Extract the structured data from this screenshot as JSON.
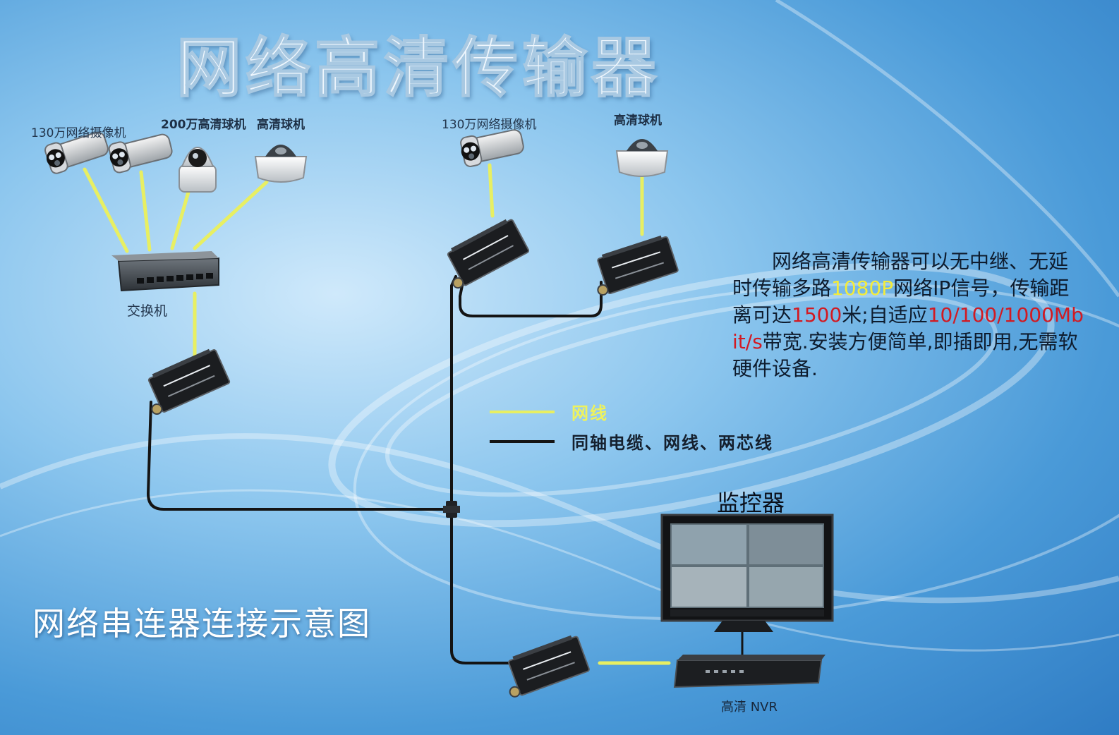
{
  "title": "网络高清传输器",
  "labels": {
    "left_camera_130w": "130万网络摄像机",
    "left_ptz_200w": "200万高清球机",
    "left_dome": "高清球机",
    "switch": "交换机",
    "right_camera_130w": "130万网络摄像机",
    "right_dome": "高清球机",
    "monitor": "监控器",
    "nvr": "高清 NVR"
  },
  "description": {
    "p1": "网络高清传输器可以无中继、无延时传输多路",
    "p2": "1080P",
    "p3": "网络IP信号，传输距离可达",
    "p4": "1500",
    "p5": "米;自适应",
    "p6": "10/100/1000Mbit/s",
    "p7": "带宽.安装方便简单,即插即用,无需软硬件设备."
  },
  "legend": [
    {
      "label": "网线",
      "color": "#e8ef62"
    },
    {
      "label": "同轴电缆、网线、两芯线",
      "color": "#141414"
    }
  ],
  "caption": "网络串连器连接示意图"
}
